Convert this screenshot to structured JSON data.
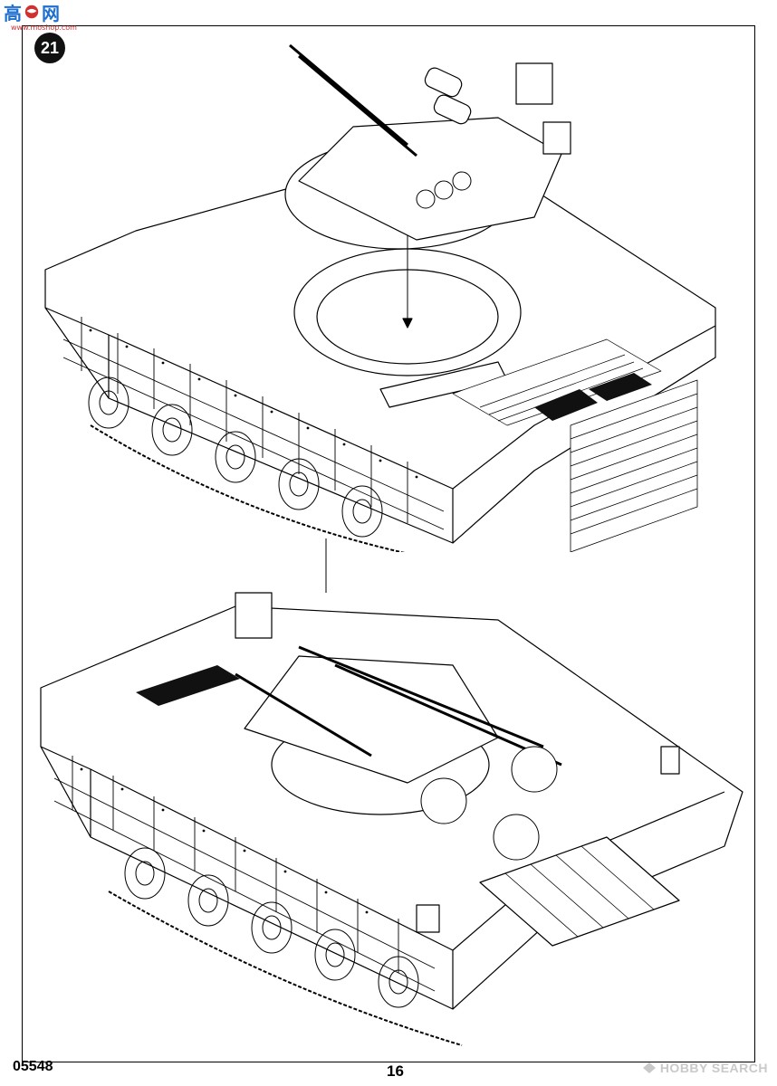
{
  "watermark": {
    "brand": "高",
    "brand2": "网",
    "site": "www.moshop.com"
  },
  "step_number": "21",
  "footer": {
    "part_number": "05548",
    "page_number": "16",
    "hobby_brand": "HOBBY",
    "hobby_suffix": "SEARCH"
  },
  "icons": {
    "watermark_logo": "globe-icon",
    "hobby_logo": "hobbysearch-logo-icon"
  },
  "colors": {
    "line": "#000000",
    "paper": "#ffffff",
    "watermark_blue": "#1e6fd0",
    "watermark_red": "#d03030",
    "hobby_grey": "#c9c9c9"
  }
}
